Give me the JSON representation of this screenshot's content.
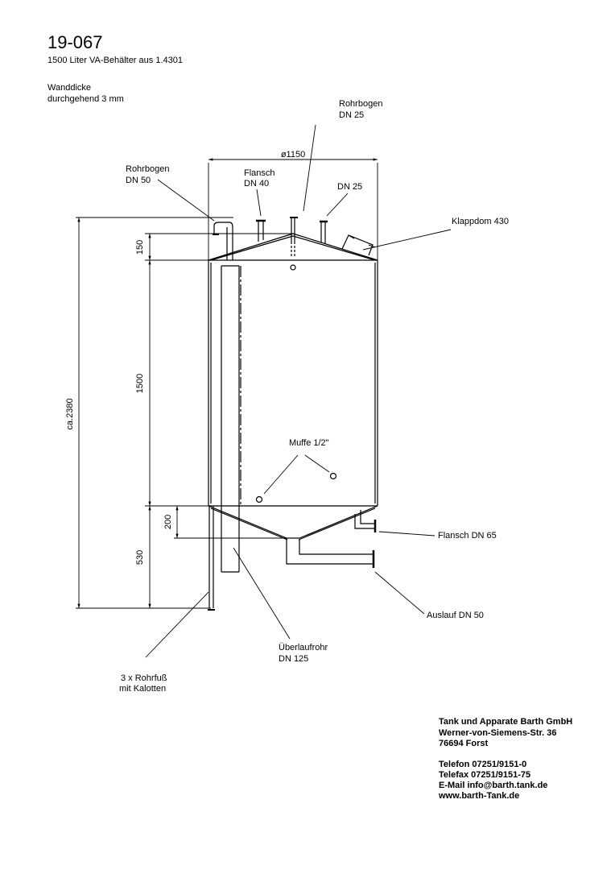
{
  "header": {
    "number": "19-067",
    "subtitle": "1500 Liter VA-Behälter aus 1.4301",
    "wall_line1": "Wanddicke",
    "wall_line2": "durchgehend 3 mm"
  },
  "dimensions": {
    "diameter": "ø1150",
    "top_cone": "150",
    "body": "1500",
    "overall": "ca.2380",
    "cone_inner": "200",
    "bottom": "530"
  },
  "labels": {
    "rohrbogen_dn25": [
      "Rohrbogen",
      "DN 25"
    ],
    "rohrbogen_dn50": [
      "Rohrbogen",
      "DN 50"
    ],
    "flansch_dn40": [
      "Flansch",
      "DN 40"
    ],
    "dn25": "DN 25",
    "klappdom": "Klappdom 430",
    "muffe": "Muffe 1/2\"",
    "flansch_dn65": "Flansch DN 65",
    "auslauf": "Auslauf DN 50",
    "ueberlauf": [
      "Überlaufrohr",
      "DN 125"
    ],
    "rohrfuss": [
      "3 x Rohrfuß",
      "mit Kalotten"
    ]
  },
  "company": {
    "name": "Tank und Apparate Barth GmbH",
    "street": "Werner-von-Siemens-Str. 36",
    "city": "76694 Forst",
    "phone": "Telefon 07251/9151-0",
    "fax": "Telefax 07251/9151-75",
    "email": "E-Mail info@barth.tank.de",
    "web": "www.barth-Tank.de"
  }
}
